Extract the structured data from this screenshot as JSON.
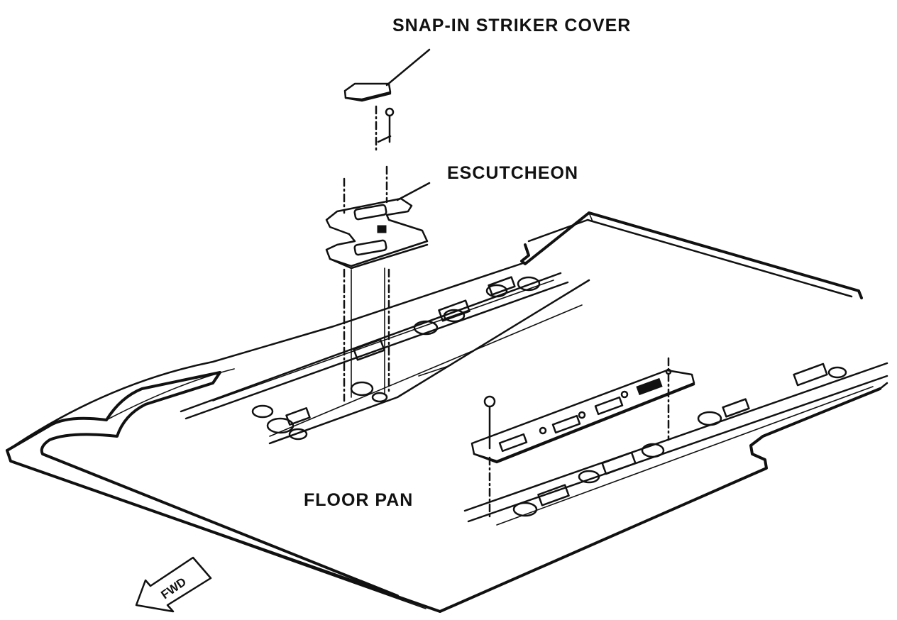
{
  "labels": {
    "striker_cover": "SNAP-IN STRIKER COVER",
    "escutcheon": "ESCUTCHEON",
    "floor_pan": "FLOOR PAN",
    "fwd": "FWD"
  }
}
